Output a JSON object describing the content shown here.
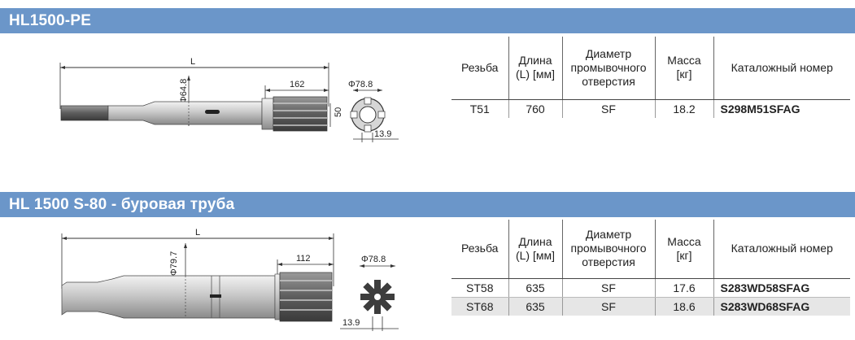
{
  "table_headers": {
    "thread": "Резьба",
    "length": "Длина (L) [мм]",
    "flushing": "Диаметр промывочного отверстия",
    "mass": "Масса [кг]",
    "catalog": "Каталожный номер"
  },
  "sections": [
    {
      "title": "HL1500-PE",
      "dimensions": {
        "length": "L",
        "diameter": "Φ64.8",
        "spline_length": "162",
        "end_diameter": "Φ78.8",
        "end_height": "50",
        "end_width": "13.9"
      },
      "rows": [
        {
          "thread": "T51",
          "length": "760",
          "flushing": "SF",
          "mass": "18.2",
          "catalog": "S298M51SFAG"
        }
      ]
    },
    {
      "title": "HL 1500 S-80 - буровая труба",
      "dimensions": {
        "length": "L",
        "diameter": "Φ79.7",
        "spline_length": "112",
        "end_diameter": "Φ78.8",
        "end_width": "13.9"
      },
      "rows": [
        {
          "thread": "ST58",
          "length": "635",
          "flushing": "SF",
          "mass": "17.6",
          "catalog": "S283WD58SFAG"
        },
        {
          "thread": "ST68",
          "length": "635",
          "flushing": "SF",
          "mass": "18.6",
          "catalog": "S283WD68SFAG"
        }
      ]
    }
  ]
}
